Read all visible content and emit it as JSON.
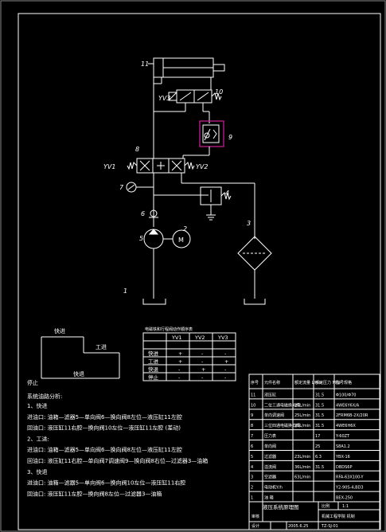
{
  "colors": {
    "background": "#000000",
    "line": "#ffffff",
    "highlight": "#c0208f",
    "border": "#ffffff"
  },
  "labels": {
    "c11": "11",
    "c10": "10",
    "c9": "9",
    "c8": "8",
    "c7": "7",
    "c6": "6",
    "c5": "5",
    "c4": "4",
    "c3": "3",
    "c2": "2",
    "c1": "1",
    "yv1": "YV1",
    "yv2": "YV2",
    "yv3": "YV3"
  },
  "cycle": {
    "fast_forward": "快进",
    "work_feed": "工进",
    "stop": "停止",
    "fast_back": "快退"
  },
  "action_table": {
    "title": "电磁铁和行程阀动作顺序表",
    "headers": [
      "",
      "YV1",
      "YV2",
      "YV3"
    ],
    "rows": [
      [
        "快进",
        "+",
        "-",
        "-"
      ],
      [
        "工进",
        "+",
        "-",
        "+"
      ],
      [
        "快退",
        "-",
        "+",
        "-"
      ],
      [
        "停止",
        "-",
        "-",
        "-"
      ]
    ]
  },
  "analysis": {
    "heading": "系统油路分析:",
    "lines": [
      "1、快进",
      "进油口: 油箱—滤器5—单向阀6—换向阀8左位—液压缸11左腔",
      "回油口: 液压缸11右腔—换向阀10左位—液压缸11左腔 (差动)",
      "2、工进:",
      "进油口: 油箱—滤器5—单向阀6—换向阀8左位—液压缸11左腔",
      "回油口: 液压缸11右腔—单向阀7调速阀9—换向阀8右位—过滤器3—油箱",
      "3、快退",
      "进油口: 油箱—滤器5—单向阀6—换向阀10左位—液压缸11右腔",
      "回油口: 液压缸11左腔—换向阀8左位—过滤器3—油箱"
    ]
  },
  "bom": {
    "headers": [
      "序号",
      "元件名称",
      "额定流量 L/min",
      "额定压力 MPa",
      "型号规格"
    ],
    "rows": [
      [
        "11",
        "液压缸",
        "",
        "31.5",
        "Φ100/Φ70"
      ],
      [
        "10",
        "二位三通电磁换向阀",
        "25L/min",
        "31.5",
        "4WE6Y6X/A"
      ],
      [
        "9",
        "单向调速阀",
        "25L/min",
        "31.5",
        "2FRM6B-2X/20R"
      ],
      [
        "8",
        "三位四通电磁换向阀",
        "25L/min",
        "31.5",
        "4WE6H6X"
      ],
      [
        "7",
        "压力表",
        "",
        "17",
        "Y-60ZT"
      ],
      [
        "6",
        "单向阀",
        "",
        "25",
        "S8A1.2"
      ],
      [
        "5",
        "过滤器",
        "23L/min",
        "6.3",
        "YBX-16"
      ],
      [
        "4",
        "溢流阀",
        "36L/min",
        "31.5",
        "DBDS6P"
      ],
      [
        "3",
        "空滤器",
        "63L/min",
        "",
        "RFA-63X100-Y"
      ],
      [
        "2",
        "电动机Y/h",
        "",
        "",
        "Y2-90S-4,BD3"
      ],
      [
        "1",
        "油 箱",
        "",
        "",
        "BEX-250"
      ]
    ],
    "footer": {
      "title": "液压系统原理图",
      "scale_label": "比例",
      "scale": "1:1",
      "design_label": "设计",
      "check_label": "审核",
      "school": "机械工程学院 机制",
      "drawing_no": "TZ-SJ-01",
      "date": "2005.6.25"
    }
  }
}
